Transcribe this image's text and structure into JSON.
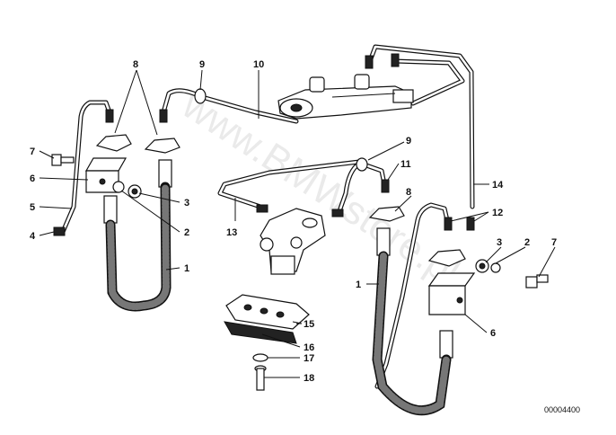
{
  "diagram": {
    "watermark": "www.BMWstore.pl",
    "code": "00004400",
    "callouts": [
      {
        "id": "c8a",
        "text": "8"
      },
      {
        "id": "c9a",
        "text": "9"
      },
      {
        "id": "c10",
        "text": "10"
      },
      {
        "id": "c7a",
        "text": "7"
      },
      {
        "id": "c6a",
        "text": "6"
      },
      {
        "id": "c5",
        "text": "5"
      },
      {
        "id": "c4",
        "text": "4"
      },
      {
        "id": "c3a",
        "text": "3"
      },
      {
        "id": "c2a",
        "text": "2"
      },
      {
        "id": "c1a",
        "text": "1"
      },
      {
        "id": "c9b",
        "text": "9"
      },
      {
        "id": "c11",
        "text": "11"
      },
      {
        "id": "c13",
        "text": "13"
      },
      {
        "id": "c8b",
        "text": "8"
      },
      {
        "id": "c14",
        "text": "14"
      },
      {
        "id": "c12",
        "text": "12"
      },
      {
        "id": "c3b",
        "text": "3"
      },
      {
        "id": "c2b",
        "text": "2"
      },
      {
        "id": "c7b",
        "text": "7"
      },
      {
        "id": "c1b",
        "text": "1"
      },
      {
        "id": "c6b",
        "text": "6"
      },
      {
        "id": "c15",
        "text": "15"
      },
      {
        "id": "c16",
        "text": "16"
      },
      {
        "id": "c17",
        "text": "17"
      },
      {
        "id": "c18",
        "text": "18"
      }
    ]
  }
}
